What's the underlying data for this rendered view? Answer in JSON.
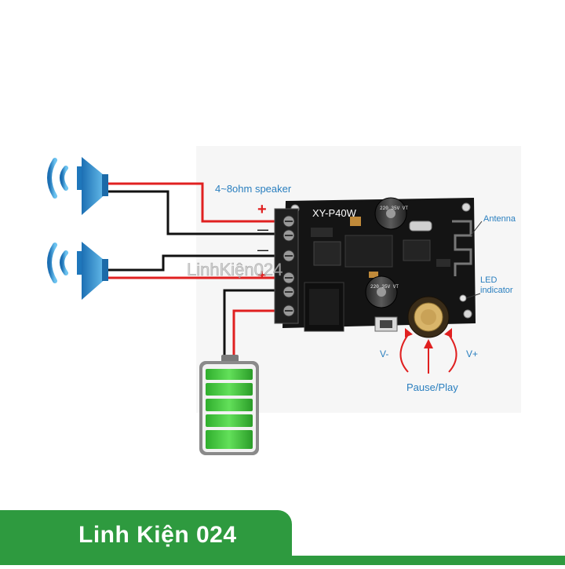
{
  "diagram": {
    "speaker_label": "4~8ohm speaker",
    "board_model": "XY-P40W",
    "antenna_label": "Antenna",
    "led_label_line1": "LED",
    "led_label_line2": "indicator",
    "v_minus_label": "V-",
    "v_plus_label": "V+",
    "pause_play_label": "Pause/Play",
    "plus_sign": "+",
    "minus_sign": "—",
    "capacitor_text": "220 35V VT",
    "watermark": "LinhKiện024"
  },
  "footer": {
    "brand": "Linh Kiện 024"
  },
  "colors": {
    "wire_red": "#e02020",
    "wire_black": "#111111",
    "speaker_blue": "#2f8fd0",
    "battery_green": "#3cc43a",
    "board_black": "#141414",
    "label_blue": "#2a7fbf",
    "footer_green": "#2e9a3f"
  }
}
